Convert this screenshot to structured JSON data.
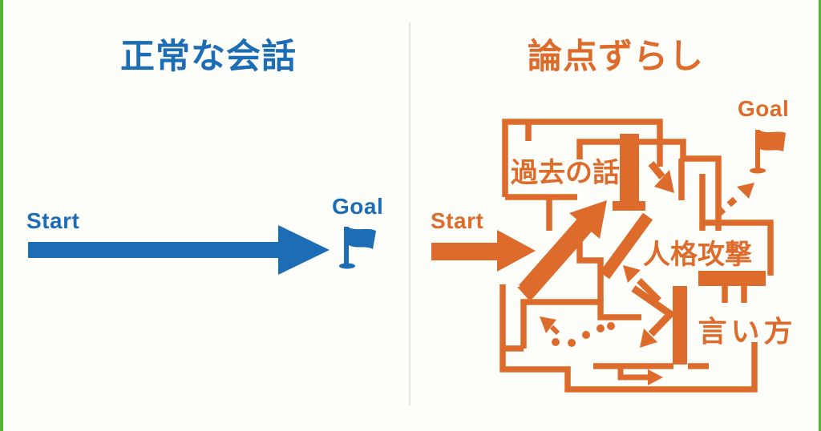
{
  "left_panel": {
    "title": "正常な会話",
    "start_label": "Start",
    "goal_label": "Goal"
  },
  "right_panel": {
    "title": "論点ずらし",
    "start_label": "Start",
    "goal_label": "Goal",
    "maze_labels": {
      "past_topic": "過去の話",
      "personal_attack": "人格攻撃",
      "phrasing": "言い方"
    }
  },
  "colors": {
    "blue": "#1d6db5",
    "orange": "#dd6b2b",
    "green-border": "#55b434",
    "divider": "#e4e4e0",
    "background": "#fdfdfa"
  }
}
